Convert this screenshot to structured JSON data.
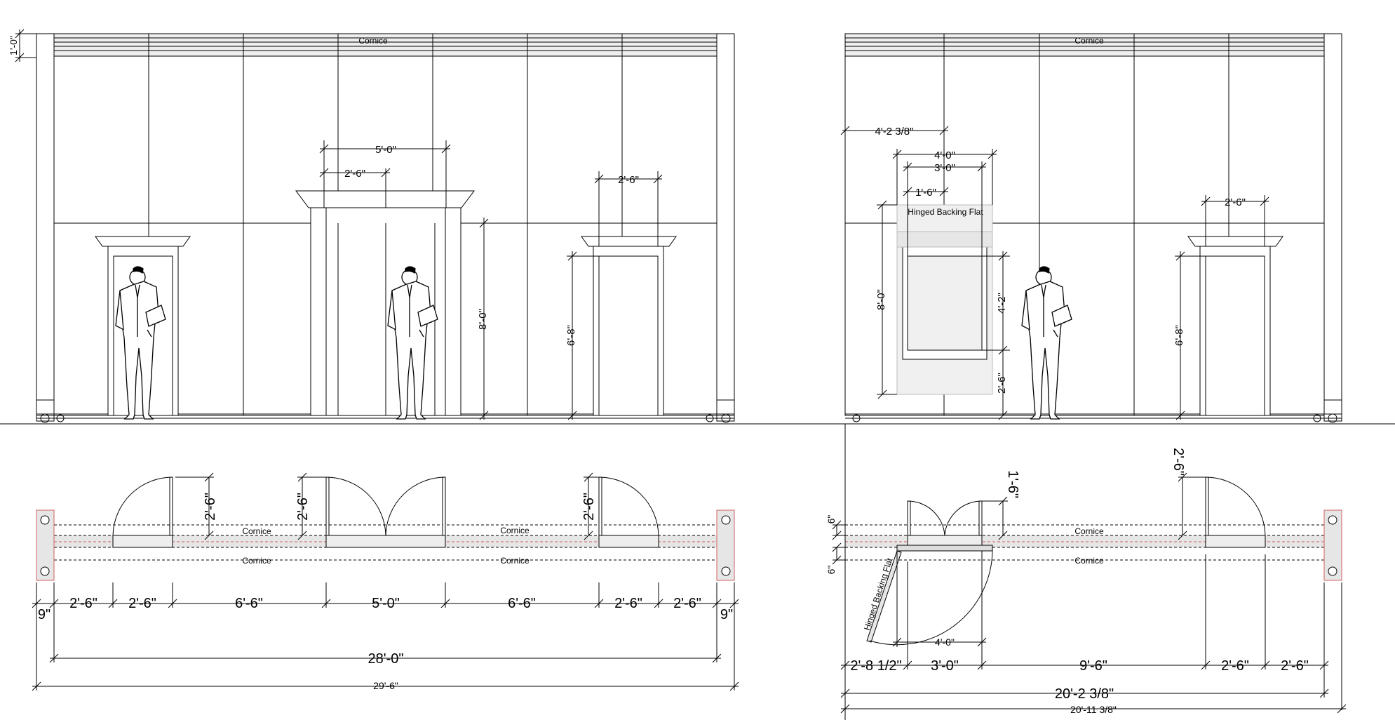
{
  "drawing": {
    "left_elevation": {
      "cornice_label": "Cornice",
      "dims": {
        "cornice_height": "1'-0\"",
        "double_door_total": "5'-0\"",
        "double_door_leaf": "2'-6\"",
        "double_door_height": "8'-0\"",
        "right_door_width": "2'-6\"",
        "right_door_height": "6'-8\""
      }
    },
    "right_elevation": {
      "cornice_label": "Cornice",
      "flat_label": "Hinged Backing Flat",
      "dims": {
        "flat_offset": "4'-2 3/8\"",
        "flat_width": "4'-0\"",
        "opening_width": "3'-0\"",
        "half_opening": "1'-6\"",
        "flat_height": "8'-0\"",
        "opening_height": "4'-2\"",
        "sill_height": "2'-6\"",
        "right_door_width": "2'-6\"",
        "right_door_height": "6'-8\""
      }
    },
    "left_plan": {
      "cornice_top": "Cornice",
      "cornice_bottom": "Cornice",
      "door_swings": [
        "2'-6\"",
        "2'-6\"",
        "2'-6\""
      ],
      "segments": [
        "9\"",
        "2'-6\"",
        "2'-6\"",
        "6'-6\"",
        "5'-0\"",
        "6'-6\"",
        "2'-6\"",
        "2'-6\"",
        "9\""
      ],
      "overall_inner": "28'-0\"",
      "overall_outer": "29'-6\""
    },
    "right_plan": {
      "cornice_top": "Cornice",
      "cornice_bottom": "Cornice",
      "depth_top": "6\"",
      "depth_bottom": "6\"",
      "flat_swing": "1'-6\"",
      "door_swing": "2'-6\"",
      "flat_label": "Hinged Backing Flat",
      "flat_width": "4'-0\"",
      "segments": [
        "2'-8 1/2\"",
        "3'-0\"",
        "9'-6\"",
        "2'-6\"",
        "2'-6\""
      ],
      "overall_inner": "20'-2 3/8\"",
      "overall_outer": "20'-11 3/8\""
    }
  }
}
